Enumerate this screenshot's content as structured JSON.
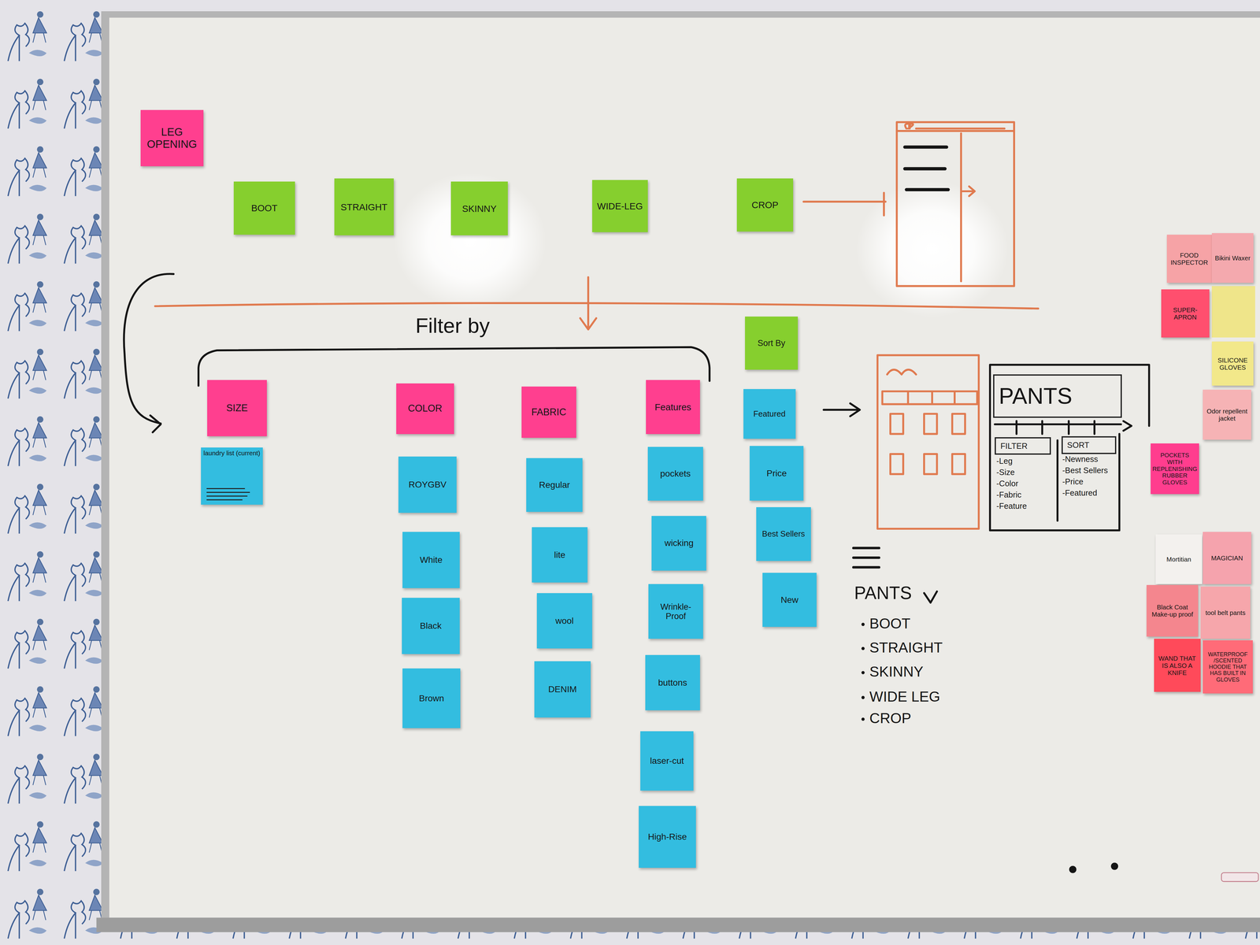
{
  "diagram": {
    "nodes": [
      {
        "text": [
          "LEG OPENING"
        ]
      },
      {
        "text": [
          "BOOT"
        ]
      },
      {
        "text": [
          "STRAIGHT"
        ]
      },
      {
        "text": [
          "SKINNY"
        ]
      },
      {
        "text": [
          "WIDE-LEG"
        ]
      },
      {
        "text": [
          "CROP"
        ]
      },
      {
        "text": [
          "Sort By"
        ]
      },
      {
        "text": [
          "SIZE"
        ]
      },
      {
        "text": [
          "COLOR"
        ]
      },
      {
        "text": [
          "FABRIC"
        ]
      },
      {
        "text": [
          "Features"
        ]
      },
      {
        "text": [
          "Featured"
        ]
      },
      {
        "text": [
          "laundry list (current)"
        ]
      },
      {
        "text": [
          "ROYGBV"
        ]
      },
      {
        "text": [
          "Regular"
        ]
      },
      {
        "text": [
          "pockets"
        ]
      },
      {
        "text": [
          "Price"
        ]
      },
      {
        "text": [
          "White"
        ]
      },
      {
        "text": [
          "lite"
        ]
      },
      {
        "text": [
          "wicking"
        ]
      },
      {
        "text": [
          "Best Sellers"
        ]
      },
      {
        "text": [
          "Black"
        ]
      },
      {
        "text": [
          "wool"
        ]
      },
      {
        "text": [
          "Wrinkle-Proof"
        ]
      },
      {
        "text": [
          "New"
        ]
      },
      {
        "text": [
          "Brown"
        ]
      },
      {
        "text": [
          "DENIM"
        ]
      },
      {
        "text": [
          "buttons"
        ]
      },
      {
        "text": [
          "laser-cut"
        ]
      },
      {
        "text": [
          "High-Rise"
        ]
      },
      {
        "text": [
          "PANTS"
        ]
      },
      {
        "text": [
          "FILTER"
        ]
      },
      {
        "text": [
          "SORT"
        ]
      },
      {
        "text": [
          "FOOD INSPECTOR"
        ]
      },
      {
        "text": [
          "Bikini Waxer"
        ]
      },
      {
        "text": [
          "SUPER-APRON"
        ]
      },
      {
        "text": [
          "SILICONE GLOVES"
        ]
      },
      {
        "text": [
          "Odor repellent jacket"
        ]
      },
      {
        "text": [
          "POCKETS WITH REPLENISHING RUBBER GLOVES"
        ]
      },
      {
        "text": [
          "Mortitian"
        ]
      },
      {
        "text": [
          "MAGICIAN"
        ]
      },
      {
        "text": [
          "Black Coat Make-up proof"
        ]
      },
      {
        "text": [
          "tool belt pants"
        ]
      },
      {
        "text": [
          "WAND THAT IS ALSO A KNIFE"
        ]
      },
      {
        "text": [
          "WATERPROOF /SCENTED HOODIE THAT HAS BUILT IN GLOVES"
        ]
      }
    ],
    "labels": [
      "Filter by",
      "-Leg",
      "-Size",
      "-Color",
      "-Fabric",
      "-Feature",
      "-Newness",
      "-Best Sellers",
      "-Price",
      "-Featured",
      "PANTS",
      "BOOT",
      "STRAIGHT",
      "SKINNY",
      "WIDE LEG",
      "CROP"
    ]
  }
}
